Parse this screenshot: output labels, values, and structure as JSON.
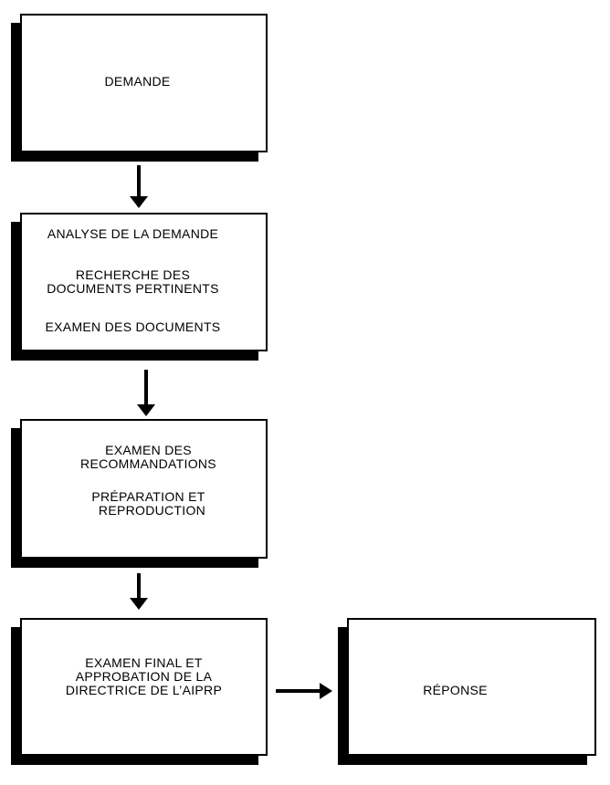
{
  "diagram": {
    "type": "flowchart",
    "colors": {
      "page_background": "#ffffff",
      "box_fill": "#ffffff",
      "box_border": "#000000",
      "box_shadow": "#000000",
      "text": "#000000",
      "arrow": "#000000"
    },
    "boxes": [
      {
        "name": "demande",
        "blocks": [
          [
            "DEMANDE"
          ]
        ]
      },
      {
        "name": "analyse",
        "blocks": [
          [
            "ANALYSE DE LA DEMANDE"
          ],
          [
            "RECHERCHE DES",
            "DOCUMENTS PERTINENTS"
          ],
          [
            "EXAMEN DES DOCUMENTS"
          ]
        ]
      },
      {
        "name": "examen-recommandations",
        "blocks": [
          [
            "EXAMEN DES",
            "RECOMMANDATIONS"
          ],
          [
            "PRÉPARATION ET",
            "REPRODUCTION"
          ]
        ]
      },
      {
        "name": "examen-final",
        "blocks": [
          [
            "EXAMEN FINAL ET",
            "APPROBATION DE LA",
            "DIRECTRICE DE L’AIPRP"
          ]
        ]
      },
      {
        "name": "reponse",
        "blocks": [
          [
            "RÉPONSE"
          ]
        ]
      }
    ],
    "connectors": [
      {
        "from": "demande",
        "to": "analyse",
        "direction": "down"
      },
      {
        "from": "analyse",
        "to": "examen-recommandations",
        "direction": "down"
      },
      {
        "from": "examen-recommandations",
        "to": "examen-final",
        "direction": "down"
      },
      {
        "from": "examen-final",
        "to": "reponse",
        "direction": "right"
      }
    ]
  }
}
